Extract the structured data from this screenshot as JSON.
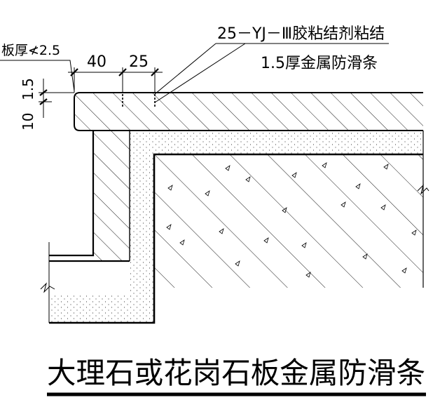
{
  "labels": {
    "thickness": "板厚≮2.5",
    "dim_40": "40",
    "dim_25": "25",
    "dim_1_5": "1.5",
    "dim_10": "10",
    "adhesive": "25－YJ－Ⅲ胶粘结剂粘结",
    "strip": "1.5厚金属防滑条",
    "title": "大理石或花岗石板金属防滑条"
  }
}
